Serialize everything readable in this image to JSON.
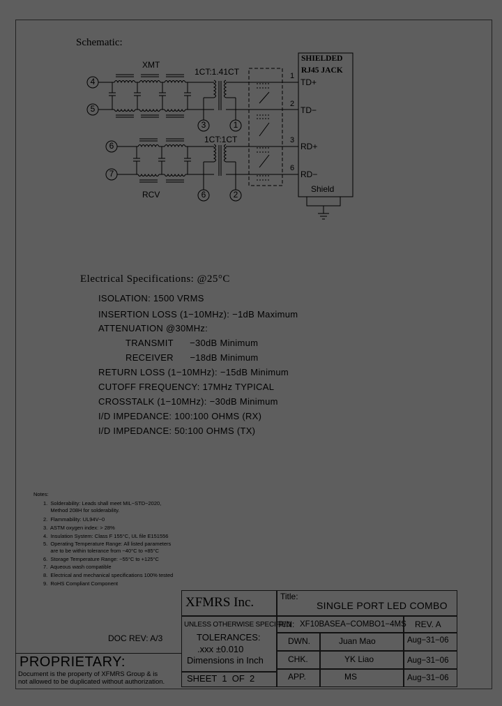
{
  "schematic": {
    "heading": "Schematic:",
    "jack_title_1": "SHIELDED",
    "jack_title_2": "RJ45 JACK",
    "xmt_label": "XMT",
    "rcv_label": "RCV",
    "ratio_top": "1CT:1.41CT",
    "ratio_bottom": "1CT:1CT",
    "shield_label": "Shield",
    "left_pins": [
      "4",
      "5",
      "6",
      "7"
    ],
    "bottom_pins": [
      "3",
      "1",
      "6",
      "2"
    ],
    "jack_pins": [
      {
        "num": "1",
        "signal": "TD+"
      },
      {
        "num": "2",
        "signal": "TD−"
      },
      {
        "num": "3",
        "signal": "RD+"
      },
      {
        "num": "6",
        "signal": "RD−"
      }
    ]
  },
  "specs": {
    "heading": "Electrical Specifications: @25°C",
    "lines": [
      "ISOLATION:  1500 VRMS",
      "INSERTION LOSS (1−10MHz): −1dB Maximum",
      "ATTENUATION @30MHz:",
      "TRANSMIT      −30dB Minimum",
      "RECEIVER      −18dB Minimum",
      "RETURN LOSS (1−10MHz): −15dB Minimum",
      "CUTOFF FREQUENCY: 17MHz TYPICAL",
      "CROSSTALK (1−10MHz): −30dB Minimum",
      "I/D IMPEDANCE:  100:100 OHMS (RX)",
      "I/D IMPEDANCE:  50:100 OHMS (TX)"
    ]
  },
  "notes": {
    "heading": "Notes:",
    "lines": [
      "1.  Solderability: Leads shall meet MIL−STD−2020,",
      "     Method 208H for solderability.",
      "2.  Flammability: UL94V−0",
      "3.  ASTM oxygen index: > 28%",
      "4.  Insulation System: Class F 155°C, UL file E151556",
      "5.  Operating Temperature Range: All listed parameters",
      "     are to be within tolerance from −40°C to +85°C",
      "6.  Storage Temperature Range: −55°C to +125°C",
      "7.  Aqueous wash compatible",
      "8.  Electrical and mechanical specifications 100% tested",
      "9.  RoHS Compliant Component"
    ]
  },
  "title_block": {
    "company": "XFMRS Inc.",
    "title_label": "Title:",
    "title": "SINGLE PORT LED COMBO",
    "unless": "UNLESS OTHERWISE SPECIFIED",
    "tolerances": "TOLERANCES:",
    "tol_value": ".xxx ±0.010",
    "dimensions": "Dimensions in Inch",
    "sheet": "SHEET  1  OF  2",
    "pn_label": "P/N:",
    "pn": "XF10BASEA−COMBO1−4MS",
    "rev": "REV. A",
    "dwn_label": "DWN.",
    "dwn_name": "Juan Mao",
    "dwn_date": "Aug−31−06",
    "chk_label": "CHK.",
    "chk_name": "YK Liao",
    "chk_date": "Aug−31−06",
    "app_label": "APP.",
    "app_name": "MS",
    "app_date": "Aug−31−06",
    "doc_rev": "DOC REV: A/3",
    "proprietary": "PROPRIETARY:",
    "prop_line1": "Document is the property of XFMRS Group & is",
    "prop_line2": "not allowed to be duplicated without authorization."
  }
}
